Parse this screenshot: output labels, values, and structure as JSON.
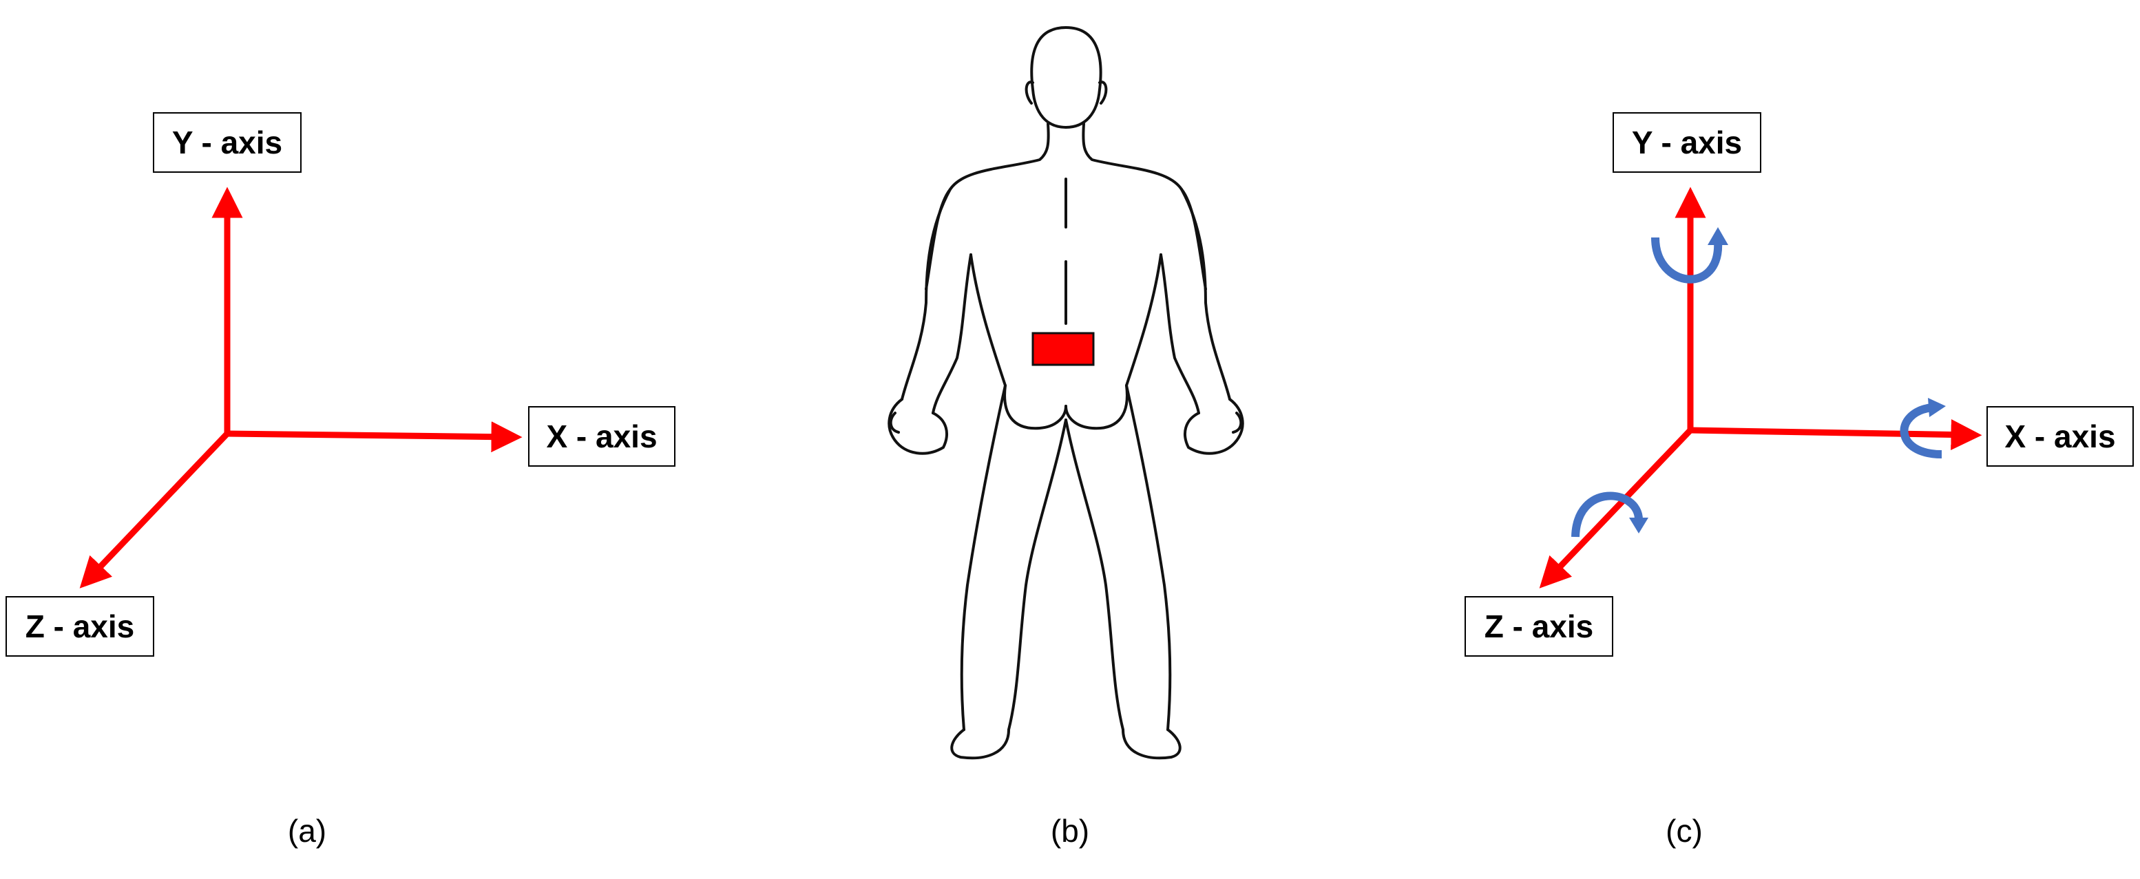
{
  "colors": {
    "axis_arrow": "#ff0000",
    "rotation_arrow": "#4472c4",
    "sensor_marker": "#ff0000",
    "outline": "#000000"
  },
  "panel_a": {
    "label": "(a)",
    "y_axis": "Y - axis",
    "x_axis": "X - axis",
    "z_axis": "Z - axis"
  },
  "panel_b": {
    "label": "(b)",
    "figure": "human-body-back-view",
    "marker": "sensor-placement-lower-back"
  },
  "panel_c": {
    "label": "(c)",
    "y_axis": "Y - axis",
    "x_axis": "X - axis",
    "z_axis": "Z - axis",
    "rotations": [
      "rotation-around-y-icon",
      "rotation-around-x-icon",
      "rotation-around-z-icon"
    ]
  }
}
